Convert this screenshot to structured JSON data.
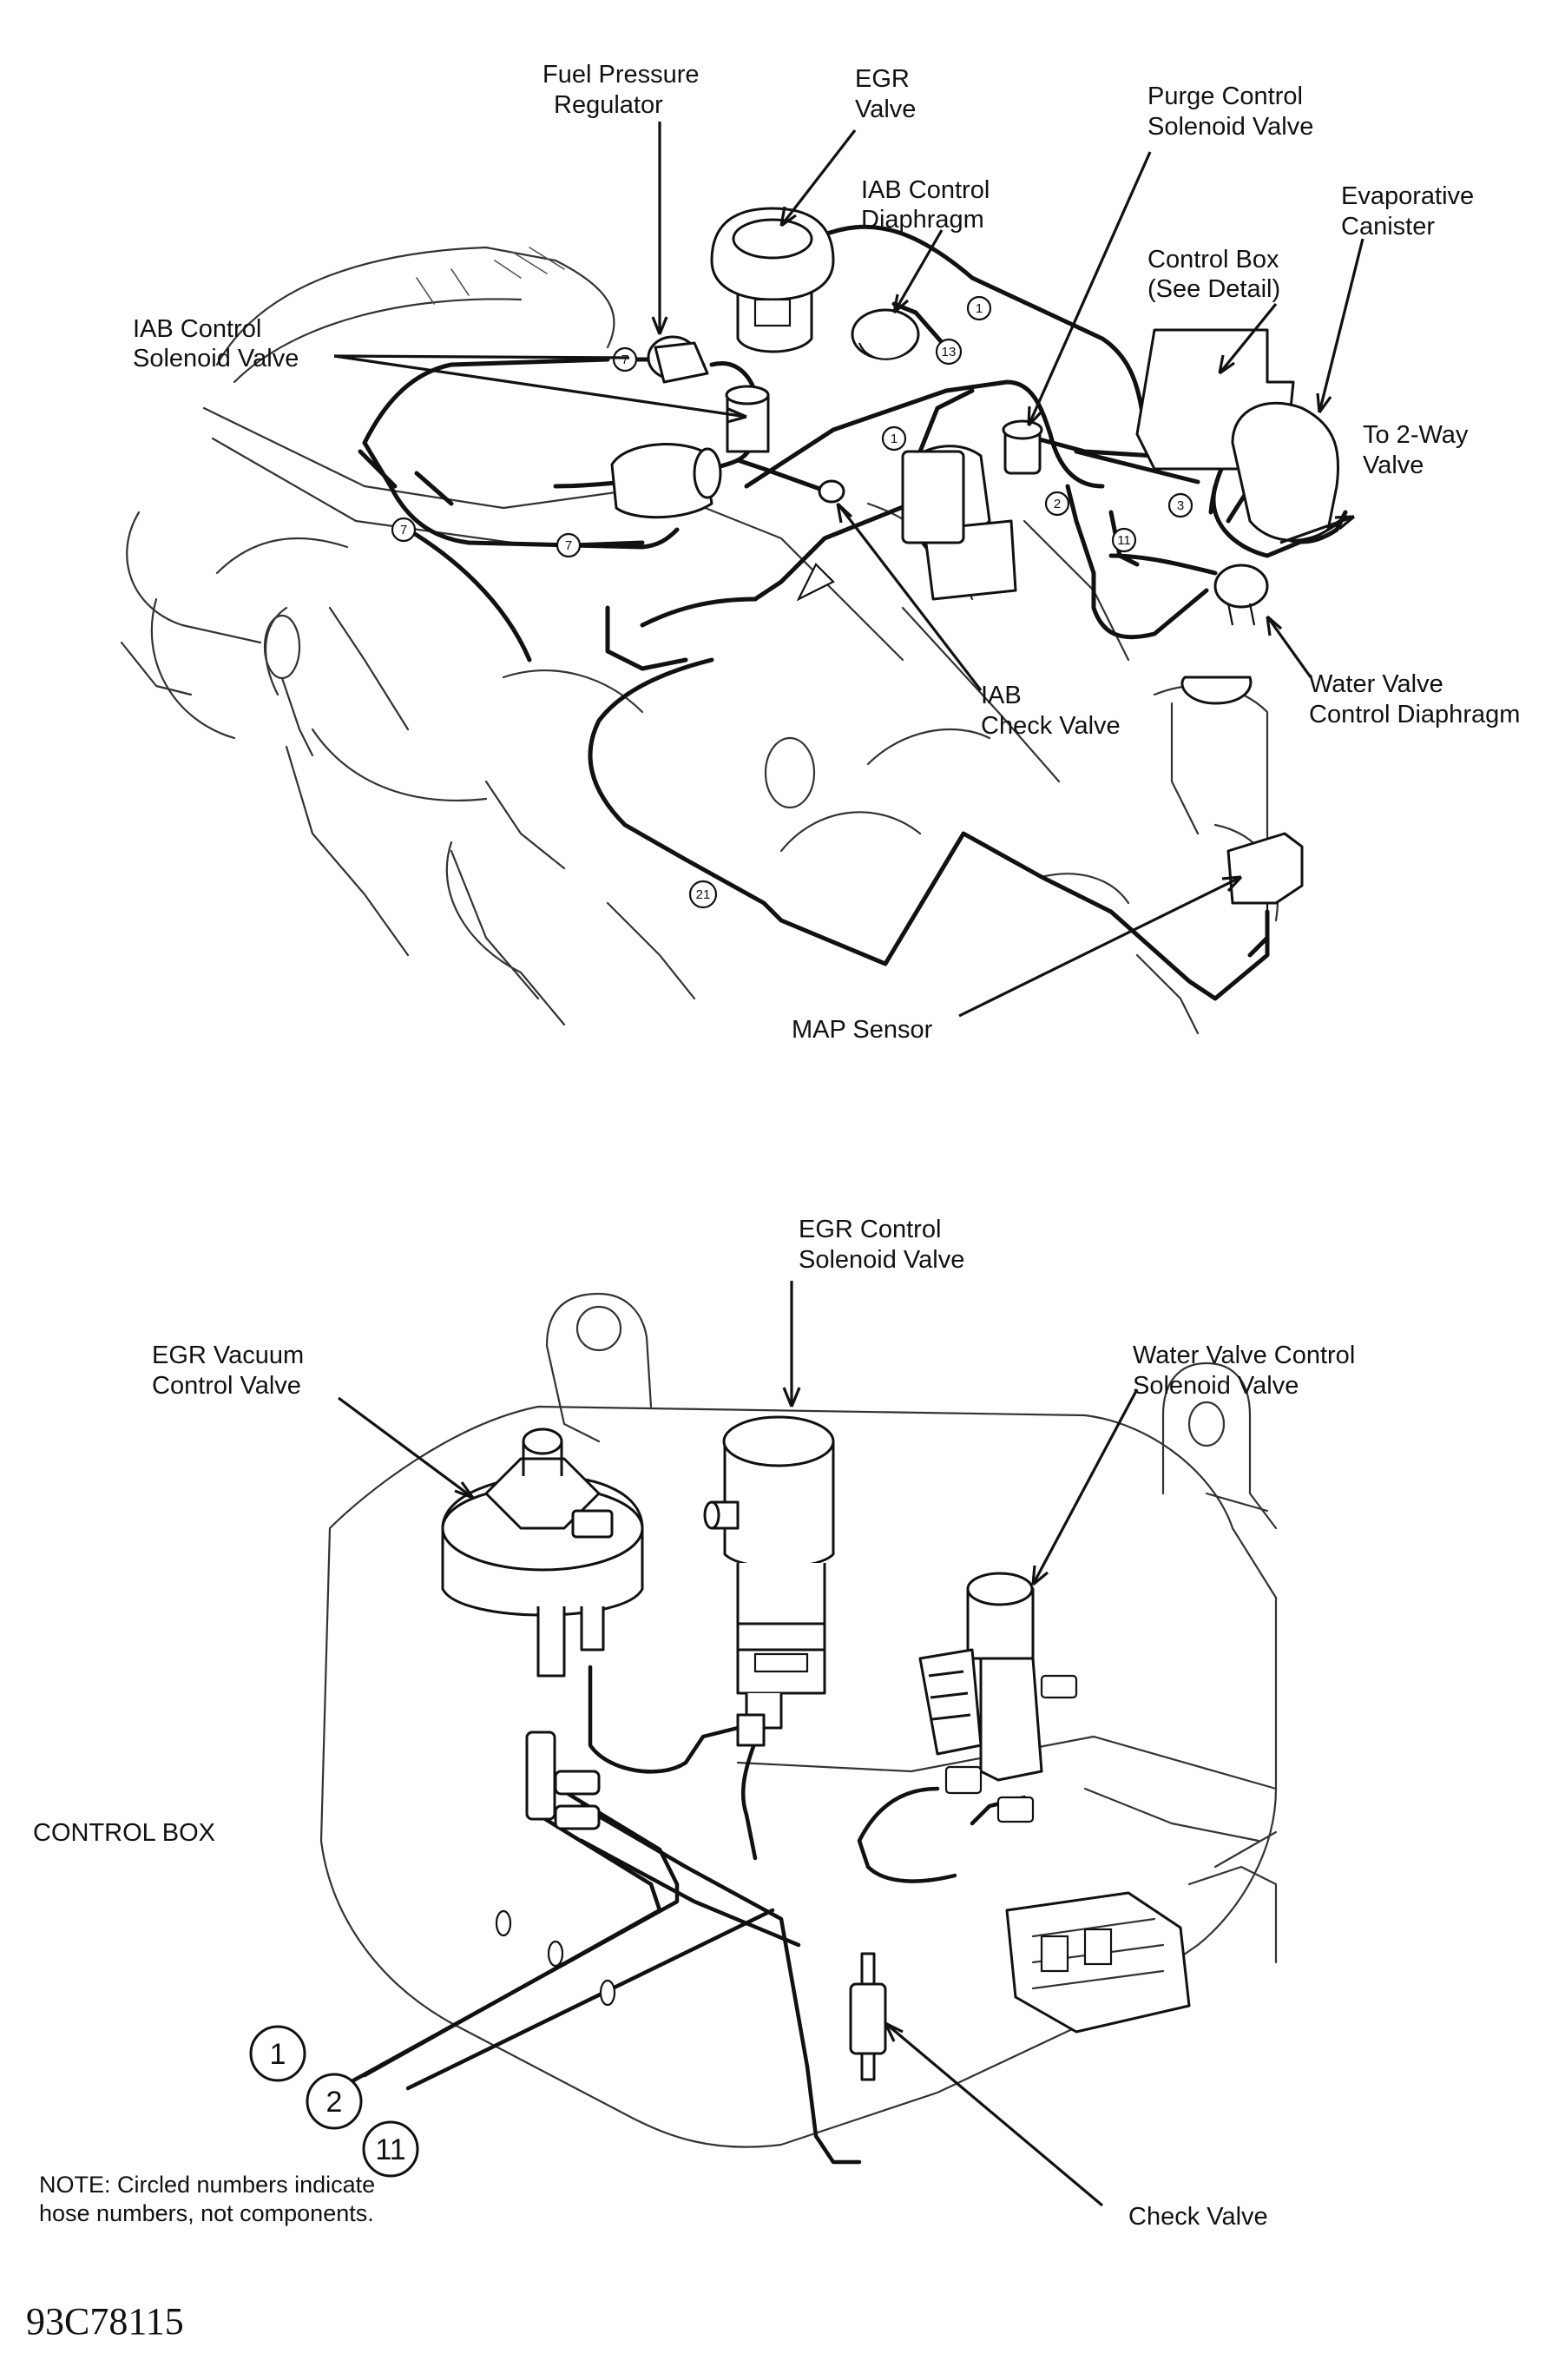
{
  "top_view": {
    "labels": {
      "fuel_pressure_regulator": [
        "Fuel Pressure",
        "Regulator"
      ],
      "egr_valve": [
        "EGR",
        "Valve"
      ],
      "purge_control_solenoid_valve": [
        "Purge Control",
        "Solenoid Valve"
      ],
      "iab_control_diaphragm": [
        "IAB Control",
        "Diaphragm"
      ],
      "evaporative_canister": [
        "Evaporative",
        "Canister"
      ],
      "control_box": [
        "Control Box",
        "(See Detail)"
      ],
      "iab_control_solenoid_valve": [
        "IAB Control",
        "Solenoid Valve"
      ],
      "to_2way_valve": [
        "To 2-Way",
        "Valve"
      ],
      "water_valve_control_diaphragm": [
        "Water Valve",
        "Control Diaphragm"
      ],
      "iab_check_valve": [
        "IAB",
        "Check Valve"
      ],
      "map_sensor": [
        "MAP Sensor"
      ]
    },
    "hose_numbers": [
      "1",
      "2",
      "3",
      "7",
      "7",
      "7",
      "11",
      "13",
      "21",
      "1"
    ]
  },
  "detail_view": {
    "labels": {
      "egr_control_solenoid_valve": [
        "EGR Control",
        "Solenoid Valve"
      ],
      "egr_vacuum_control_valve": [
        "EGR Vacuum",
        "Control Valve"
      ],
      "water_valve_control_solenoid_valve": [
        "Water Valve Control",
        "Solenoid Valve"
      ],
      "control_box_title": "CONTROL BOX",
      "check_valve": "Check Valve"
    },
    "hose_numbers": [
      "1",
      "2",
      "11"
    ]
  },
  "note": [
    "NOTE: Circled numbers indicate",
    "hose numbers, not components."
  ],
  "figure_code": "93C78115"
}
